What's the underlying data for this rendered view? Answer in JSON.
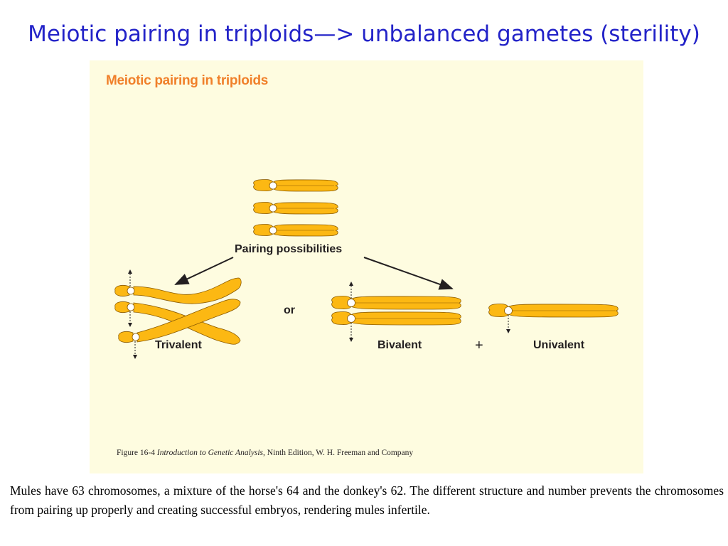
{
  "slide": {
    "title": "Meiotic pairing in triploids—> unbalanced gametes (sterility)"
  },
  "figure": {
    "heading": "Meiotic pairing in triploids",
    "pairing_label": "Pairing possibilities",
    "or_label": "or",
    "plus_label": "+",
    "trivalent_label": "Trivalent",
    "bivalent_label": "Bivalent",
    "univalent_label": "Univalent",
    "caption_prefix": "Figure 16-4  ",
    "caption_book": "Introduction to Genetic Analysis",
    "caption_suffix": ", Ninth Edition, W. H. Freeman and Company",
    "colors": {
      "chromosome_fill": "#fcb813",
      "chromosome_stroke": "#8a5a00",
      "centromere": "#ffffff",
      "background": "#fefce0",
      "heading": "#f0802a"
    }
  },
  "body": {
    "paragraph": "Mules have 63 chromosomes, a mixture of the horse's 64 and the donkey's 62. The different structure and number prevents the chromosomes from pairing up properly and creating successful embryos, rendering mules infertile."
  }
}
